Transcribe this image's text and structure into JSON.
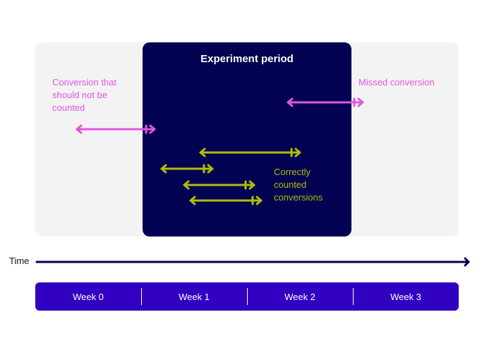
{
  "diagram": {
    "experiment_title": "Experiment period",
    "labels": {
      "not_counted": "Conversion that should not be counted",
      "missed": "Missed conversion",
      "correct": "Correctly counted conversions"
    },
    "time_label": "Time",
    "weeks": [
      "Week 0",
      "Week 1",
      "Week 2",
      "Week 3"
    ],
    "colors": {
      "background_panel": "#f3f3f3",
      "experiment_panel": "#020152",
      "pink": "#e255e2",
      "green": "#b0bd06",
      "weeks_bar": "#3200c0",
      "time_axis": "#020152"
    }
  }
}
